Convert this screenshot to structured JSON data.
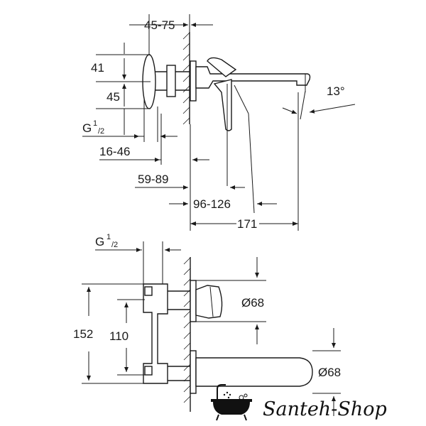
{
  "side_view": {
    "dim_top": "45-75",
    "dim_41": "41",
    "dim_45": "45",
    "thread_g": "G",
    "thread_sup": "1",
    "thread_sub": "/2",
    "dim_16_46": "16-46",
    "dim_59_89": "59-89",
    "dim_96_126": "96-126",
    "dim_171": "171",
    "angle": "13°"
  },
  "front_view": {
    "thread_g": "G",
    "thread_sup": "1",
    "thread_sub": "/2",
    "dim_152": "152",
    "dim_110": "110",
    "dia_handle": "Ø68",
    "dia_spout": "Ø68"
  },
  "watermark": {
    "text": "Santeh-Shop"
  }
}
